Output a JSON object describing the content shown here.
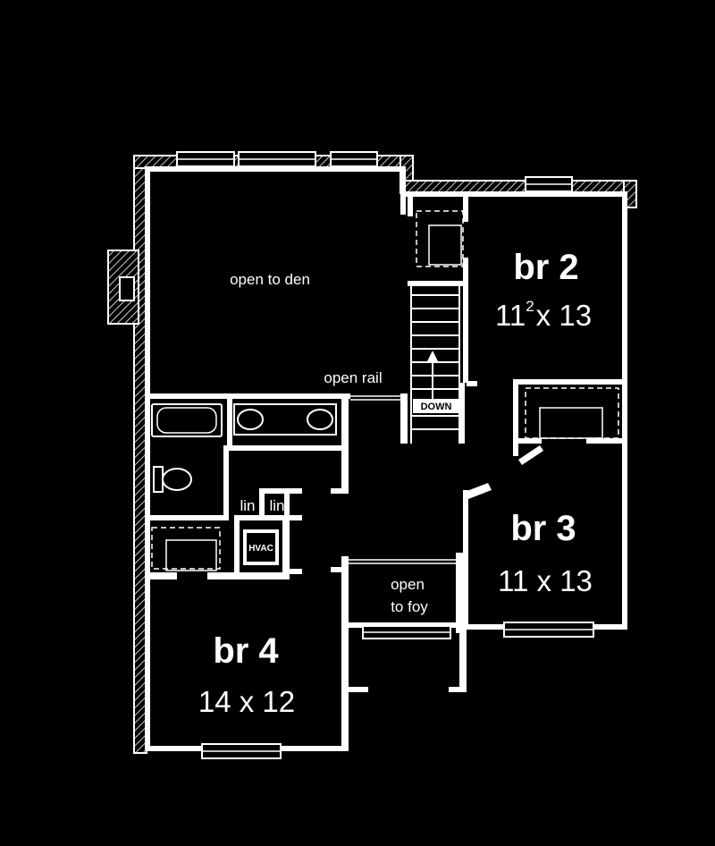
{
  "labels": {
    "open_to_den": "open to den",
    "open_rail": "open  rail",
    "down": "DOWN",
    "br2_name": "br 2",
    "br2_dim_base": "11",
    "br2_dim_sup": "2",
    "br2_dim_rest": "x 13",
    "br3_name": "br 3",
    "br3_dim": "11 x 13",
    "br4_name": "br 4",
    "br4_dim": "14 x 12",
    "lin1": "lin",
    "lin2": "lin",
    "hvac": "HVAC",
    "open_to_foy_1": "open",
    "open_to_foy_2": "to foy"
  },
  "colors": {
    "background": "#000000",
    "linework": "#ffffff"
  }
}
